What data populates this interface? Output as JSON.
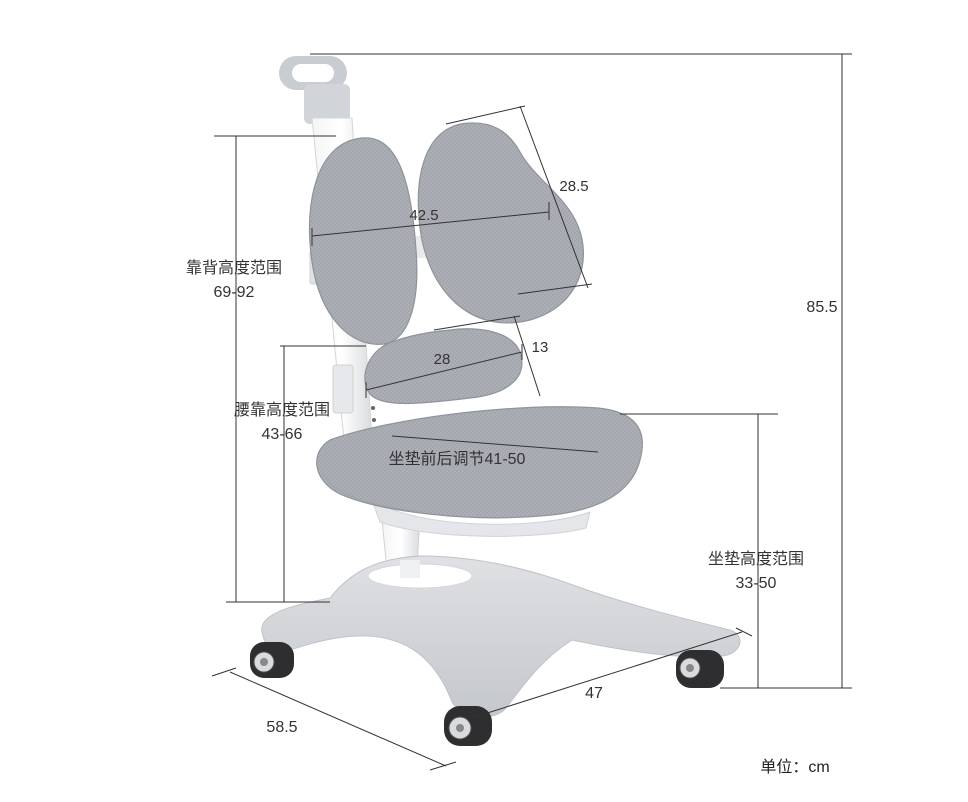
{
  "labels": {
    "overall_height": "85.5",
    "backrest_height_title": "靠背高度范围",
    "backrest_height_value": "69-92",
    "lumbar_height_title": "腰靠高度范围",
    "lumbar_height_value": "43-66",
    "seat_height_title": "坐垫高度范围",
    "seat_height_value": "33-50",
    "backrest_width": "42.5",
    "backrest_pad_height": "28.5",
    "lumbar_width": "28",
    "lumbar_height": "13",
    "seat_adjust": "坐垫前后调节41-50",
    "base_depth": "58.5",
    "base_width": "47",
    "unit": "单位：cm"
  },
  "colors": {
    "fabric": "#a7abb1",
    "frame": "#e3e5e8",
    "base": "#d3d6da",
    "wheel": "#2e2e30",
    "dimension_line": "#333333"
  }
}
